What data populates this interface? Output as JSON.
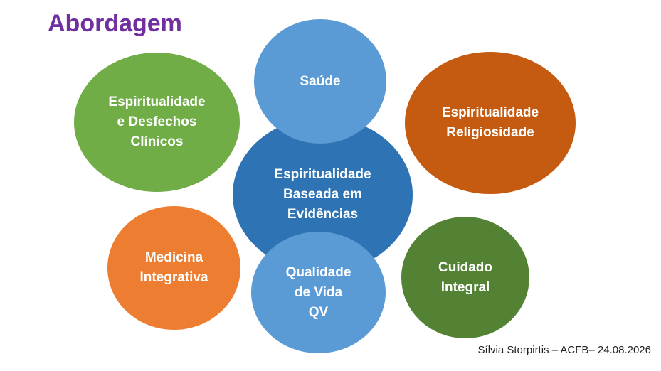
{
  "title": "Abordagem",
  "bubbles": {
    "center": {
      "lines": [
        "Espiritualidade",
        "Baseada em",
        "Evidências"
      ],
      "color": "#2e74b5"
    },
    "saude": {
      "lines": [
        "Saúde"
      ],
      "color": "#5b9bd5"
    },
    "qv": {
      "lines": [
        "Qualidade",
        "de Vida",
        "QV"
      ],
      "color": "#5b9bd5"
    },
    "desfechos": {
      "lines": [
        "Espiritualidade",
        "e Desfechos",
        "Clínicos"
      ],
      "color": "#70ad47"
    },
    "religiosidade": {
      "lines": [
        "Espiritualidade",
        "Religiosidade"
      ],
      "color": "#c55a11"
    },
    "medicina": {
      "lines": [
        "Medicina",
        "Integrativa"
      ],
      "color": "#ed7d31"
    },
    "cuidado": {
      "lines": [
        "Cuidado",
        "Integral"
      ],
      "color": "#548235"
    }
  },
  "footer": "Sílvia Storpirtis – ACFB– 24.08.2026"
}
